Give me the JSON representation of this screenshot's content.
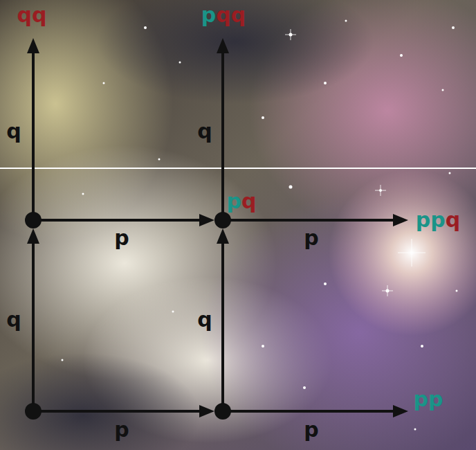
{
  "diagram": {
    "labels": [
      "qq",
      "pqq",
      "q",
      "q",
      "pq",
      "p",
      "p",
      "ppq",
      "q",
      "q",
      "pp",
      "p",
      "p"
    ]
  }
}
